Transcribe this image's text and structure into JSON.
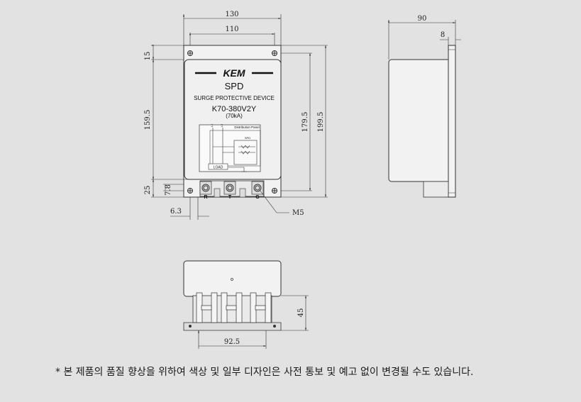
{
  "front_view": {
    "brand": "KEM",
    "product": "SPD",
    "subtitle": "SURGE PROTECTIVE DEVICE",
    "model": "K70-380V2Y",
    "rating": "(70kA)",
    "schematic": {
      "panel_label": "Distribution Panel",
      "spd_label": "SPD",
      "load_label": "LOAD",
      "line_marks": [
        "L1",
        "L2"
      ]
    },
    "terminals": [
      "R",
      "T",
      "G"
    ],
    "screw_label": "M5"
  },
  "dimensions": {
    "total_width": "130",
    "inner_width": "110",
    "top_margin": "15",
    "mid_height": "159.5",
    "bottom_height": "25",
    "terminal_offset": "7.8",
    "mount_hole_offset": "6.3",
    "inner_height": "179.5",
    "total_height": "199.5",
    "side_depth": "90",
    "side_step": "8",
    "bottom_height_45": "45",
    "bottom_width": "92.5"
  },
  "footnote": "* 본 제품의 품질 향상을 위하여 색상 및 일부 디자인은 사전 통보 및 예고 없이 변경될 수도 있습니다."
}
